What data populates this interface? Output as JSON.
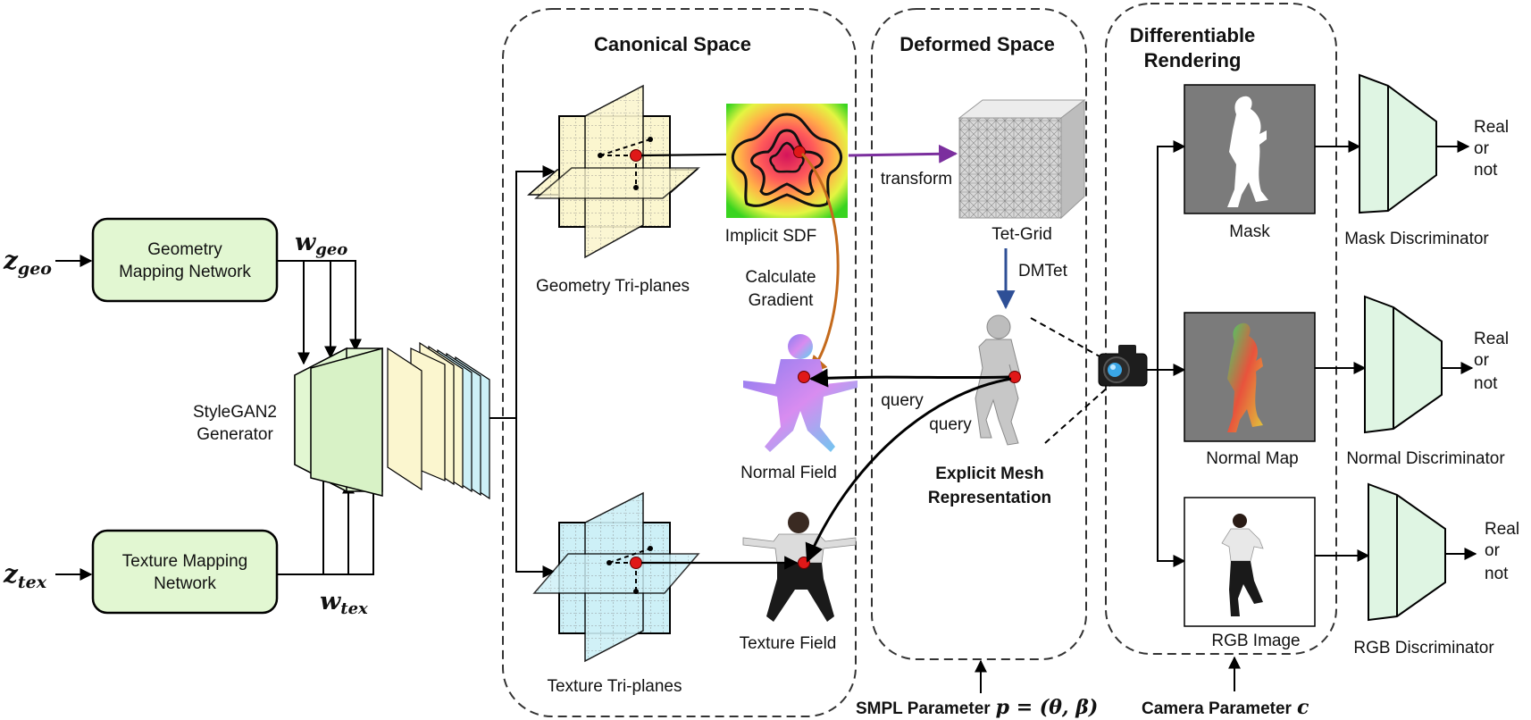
{
  "inputs": {
    "z_geo": "z",
    "z_geo_sub": "geo",
    "z_tex": "z",
    "z_tex_sub": "tex",
    "w_geo": "w",
    "w_geo_sub": "geo",
    "w_tex": "w",
    "w_tex_sub": "tex"
  },
  "mapping": {
    "geo_line1": "Geometry",
    "geo_line2": "Mapping Network",
    "tex_line1": "Texture Mapping",
    "tex_line2": "Network"
  },
  "generator": {
    "line1": "StyleGAN2",
    "line2": "Generator"
  },
  "sections": {
    "canonical": "Canonical Space",
    "deformed": "Deformed Space",
    "diff_line1": "Differentiable",
    "diff_line2": "Rendering"
  },
  "canonical": {
    "geo_triplanes": "Geometry Tri-planes",
    "tex_triplanes": "Texture Tri-planes",
    "implicit_sdf": "Implicit SDF",
    "calc_line1": "Calculate",
    "calc_line2": "Gradient",
    "normal_field": "Normal Field",
    "texture_field": "Texture Field"
  },
  "deformed": {
    "transform": "transform",
    "tet_grid": "Tet-Grid",
    "dmtet": "DMTet",
    "query1": "query",
    "query2": "query",
    "mesh_line1": "Explicit Mesh",
    "mesh_line2": "Representation"
  },
  "rendering": {
    "mask": "Mask",
    "normal_map": "Normal Map",
    "rgb_image": "RGB Image"
  },
  "discriminators": {
    "mask": "Mask Discriminator",
    "normal": "Normal Discriminator",
    "rgb": "RGB Discriminator",
    "out1_a": "Real",
    "out1_b": "or",
    "out1_c": "not",
    "out2_a": "Real",
    "out2_b": "or",
    "out2_c": "not",
    "out3_a": "Real",
    "out3_b": "or",
    "out3_c": "not"
  },
  "params": {
    "smpl": "SMPL Parameter",
    "smpl_math": "p = (θ, β)",
    "camera": "Camera Parameter",
    "camera_math": "c"
  },
  "colors": {
    "mapping_fill": "#e2f7d2",
    "disc_fill": "#dff5e3",
    "geo_plane": "#fbf6cf",
    "tex_plane": "#cdf0f7",
    "purple_arrow": "#7b2f9e",
    "orange_arrow": "#c46a1c",
    "blue_arrow": "#2e4f96",
    "query_dot": "#e01818",
    "render_bg": "#7b7b7b"
  }
}
